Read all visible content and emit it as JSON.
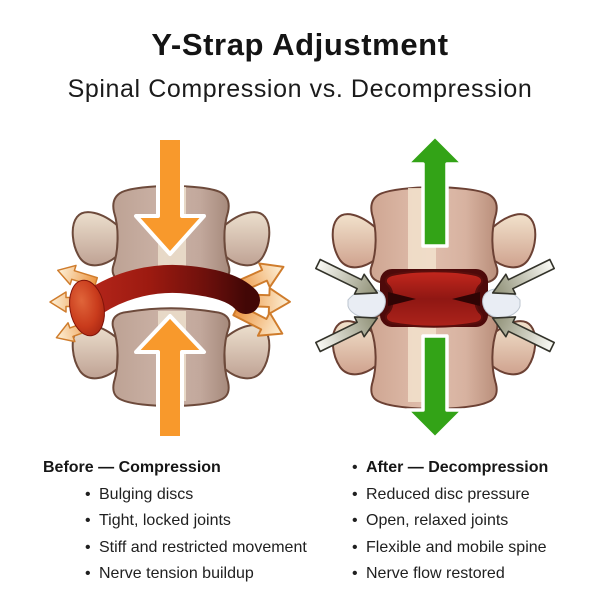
{
  "header": {
    "title": "Y-Strap Adjustment",
    "subtitle": "Spinal Compression vs. Decompression"
  },
  "lists": {
    "bullet_glyph": "•",
    "before": {
      "heading": "Before — Compression",
      "items": [
        "Bulging discs",
        "Tight, locked joints",
        "Stiff and restricted movement",
        "Nerve tension buildup"
      ]
    },
    "after": {
      "heading": "After — Decompression",
      "items": [
        "Reduced disc pressure",
        "Open, relaxed joints",
        "Flexible and mobile spine",
        "Nerve flow restored"
      ]
    }
  },
  "icons": {
    "compression_force": "thick-orange-vertical-arrows-pointing-inward",
    "disc_pressure": "small-orange-arrows-radiating-outward-from-bulging-disc",
    "decompression_traction": "thick-green-vertical-arrows-pointing-outward",
    "joint_relief": "grey-diagonal-arrows-pointing-inward-toward-disc"
  },
  "colors": {
    "background": "#FFFFFF",
    "text_dark": "#1C1C1C",
    "compression_arrow_orange": "#F8992C",
    "decompression_arrow_green": "#33A317",
    "radiating_arrow_orange": "#EC9440",
    "relief_arrow_olive": "#8D8E74",
    "disc_bright_red": "#B5261B",
    "disc_dark_red": "#420706",
    "bulge_orange_red": "#C93B1C",
    "vertebra_tan_left": "#C4AB9F",
    "vertebra_pink_right": "#D9B6A5",
    "vertebra_highlight_cream": "#ECDFCD"
  }
}
